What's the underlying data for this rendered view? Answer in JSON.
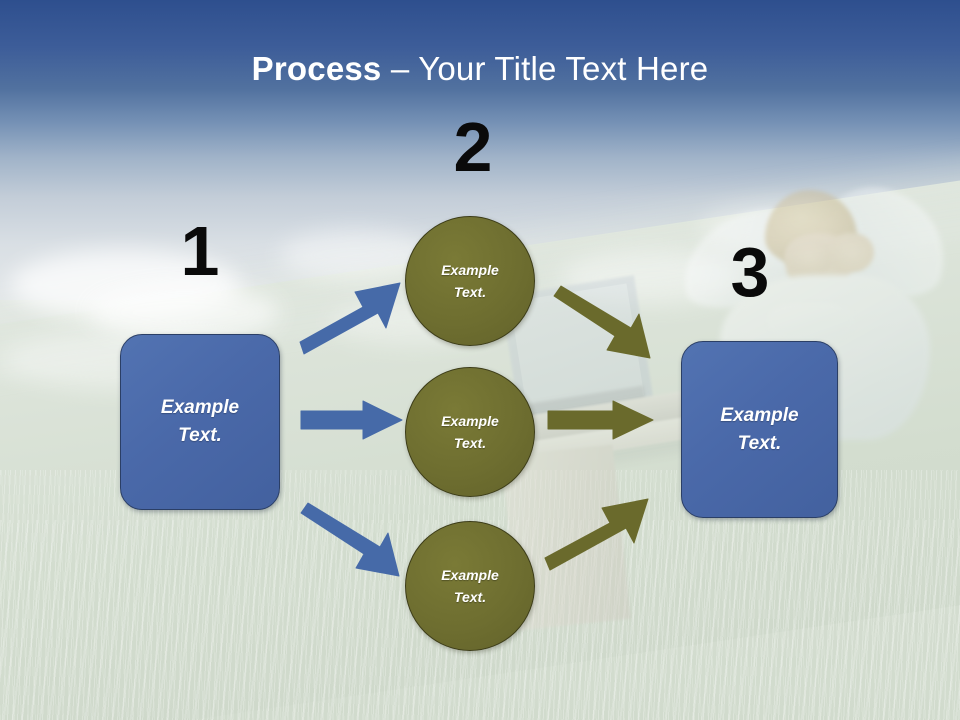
{
  "slide": {
    "title_bold": "Process",
    "title_separator": " – ",
    "title_rest": "Your Title Text Here",
    "background": {
      "description": "photo of person relaxing with hands behind head on grass with laptop, faded",
      "sky_color_top": "#2e4f8e",
      "sky_color_bottom": "#e7eaea",
      "grass_color": "#d4ddd0"
    }
  },
  "colors": {
    "blue_fill": "#4a69a9",
    "blue_border": "#2b3f66",
    "olive_fill": "#6e6e30",
    "olive_border": "#3c3c18",
    "blue_arrow": "#466aa8",
    "olive_arrow": "#6a6a2c",
    "number_color": "#0a0a0a",
    "title_color": "#ffffff"
  },
  "steps": [
    {
      "number": "1",
      "label": "Example\nText."
    },
    {
      "number": "2",
      "label": "Example\nText."
    },
    {
      "number": "3",
      "label": "Example\nText."
    }
  ],
  "stage1": {
    "number": "1",
    "box_text": "Example\nText."
  },
  "stage2": {
    "number": "2",
    "circles": [
      {
        "text": "Example\nText."
      },
      {
        "text": "Example\nText."
      },
      {
        "text": "Example\nText."
      }
    ]
  },
  "stage3": {
    "number": "3",
    "box_text": "Example\nText."
  },
  "arrows": {
    "left_group": [
      {
        "name": "arrow-up-right",
        "color": "#466aa8",
        "direction": "up-right"
      },
      {
        "name": "arrow-right",
        "color": "#466aa8",
        "direction": "right"
      },
      {
        "name": "arrow-down-right",
        "color": "#466aa8",
        "direction": "down-right"
      }
    ],
    "right_group": [
      {
        "name": "arrow-down-right",
        "color": "#6a6a2c",
        "direction": "down-right"
      },
      {
        "name": "arrow-right",
        "color": "#6a6a2c",
        "direction": "right"
      },
      {
        "name": "arrow-up-right",
        "color": "#6a6a2c",
        "direction": "up-right"
      }
    ]
  }
}
